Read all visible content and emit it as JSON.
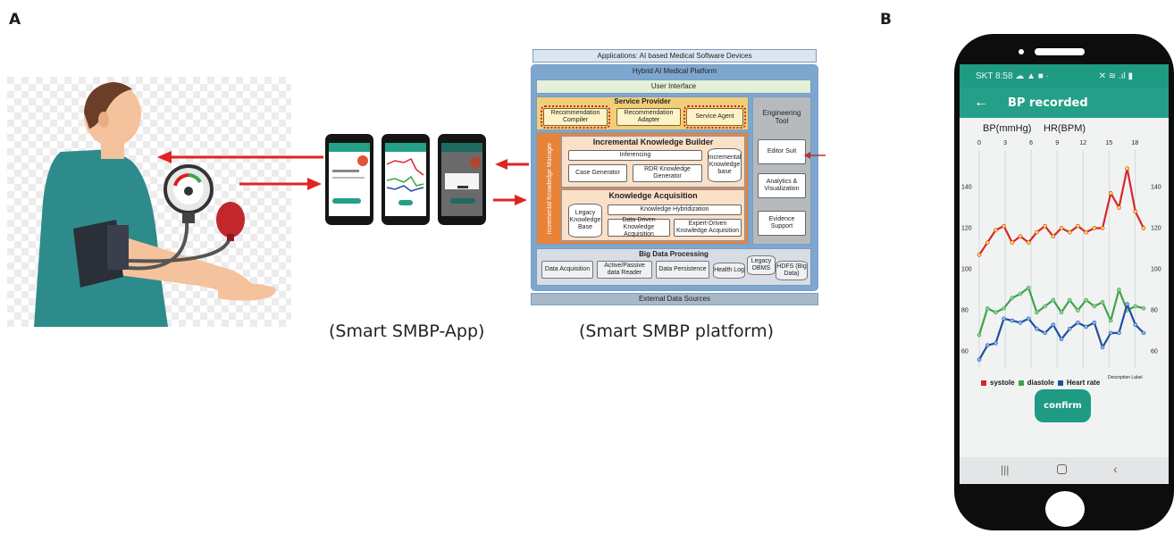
{
  "panels": {
    "a": "A",
    "b": "B"
  },
  "captions": {
    "app": "(Smart SMBP-App)",
    "platform": "(Smart SMBP platform)"
  },
  "platform": {
    "applications": "Applications: AI based Medical Software Devices",
    "hybrid": "Hybrid AI Medical Platform",
    "user_interface": "User Interface",
    "service_provider": "Service Provider",
    "recommendation_compiler": "Recommendation Compiler",
    "recommendation_adapter": "Recommendation Adapter",
    "service_agent": "Service Agent",
    "engineering_tool": "Engineering Tool",
    "editor_suit": "Editor Suit",
    "analytics": "Analytics & Visualization",
    "evidence": "Evidence Support",
    "incremental_manager": "Incremental Knowledge Manager",
    "ikb": "Incremental Knowledge Builder",
    "inferencing": "Inferencing",
    "case_generator": "Case Generator",
    "rdr_generator": "RDR Knowledge Generator",
    "incremental_kb": "Incremental Knowledge base",
    "knowledge_acquisition": "Knowledge Acquisition",
    "legacy_kb": "Legacy Knowledge Base",
    "knowledge_hybridization": "Knowledge Hybridization",
    "data_driven": "Data-Driven Knowledge Acquisition",
    "expert_driven": "Expert-Driven Knowledge Acquisition",
    "big_data": "Big Data Processing",
    "data_acquisition": "Data Acquisition",
    "active_passive": "Active/Passive data Reader",
    "data_persistence": "Data Persistence",
    "health_log": "Health Log",
    "legacy_dbms": "Legacy DBMS",
    "hdfs": "HDFS (Big Data)",
    "external": "External Data Sources"
  },
  "phone": {
    "status": "SKT 8:58 ☁ ▲ ■ ·",
    "status_right": "✕ ≋ .ıl ▮",
    "title": "BP recorded",
    "bp_label": "BP(mmHg)",
    "hr_label": "HR(BPM)",
    "legend": {
      "systole": "systole",
      "diastole": "diastole",
      "hr": "Heart rate",
      "desc": "Description Label"
    },
    "confirm": "confirm",
    "colors": {
      "systole": "#d9252a",
      "diastole": "#3ea34a",
      "hr": "#1f4fa0",
      "point": "#f2e33a"
    }
  },
  "chart_data": {
    "type": "line",
    "x": [
      0,
      1,
      2,
      3,
      4,
      5,
      6,
      7,
      8,
      9,
      10,
      11,
      12,
      13,
      14,
      15,
      16,
      17,
      18,
      19
    ],
    "x_ticks": [
      0,
      3,
      6,
      9,
      12,
      15,
      18
    ],
    "xlim": [
      0,
      19
    ],
    "left_ticks": [
      60,
      80,
      100,
      120,
      140
    ],
    "right_ticks": [
      60,
      80,
      100,
      120,
      140
    ],
    "ylim": [
      52,
      158
    ],
    "series": [
      {
        "name": "systole",
        "values": [
          107,
          113,
          119,
          121,
          113,
          116,
          113,
          118,
          121,
          116,
          120,
          118,
          121,
          118,
          120,
          120,
          137,
          130,
          149,
          128,
          120
        ]
      },
      {
        "name": "diastole",
        "values": [
          68,
          81,
          79,
          81,
          86,
          88,
          91,
          79,
          82,
          85,
          79,
          85,
          80,
          85,
          82,
          84,
          75,
          90,
          80,
          82,
          81
        ]
      },
      {
        "name": "Heart rate",
        "values": [
          56,
          63,
          64,
          76,
          75,
          74,
          76,
          71,
          69,
          73,
          66,
          71,
          74,
          72,
          74,
          62,
          69,
          69,
          83,
          73,
          69
        ]
      }
    ]
  }
}
